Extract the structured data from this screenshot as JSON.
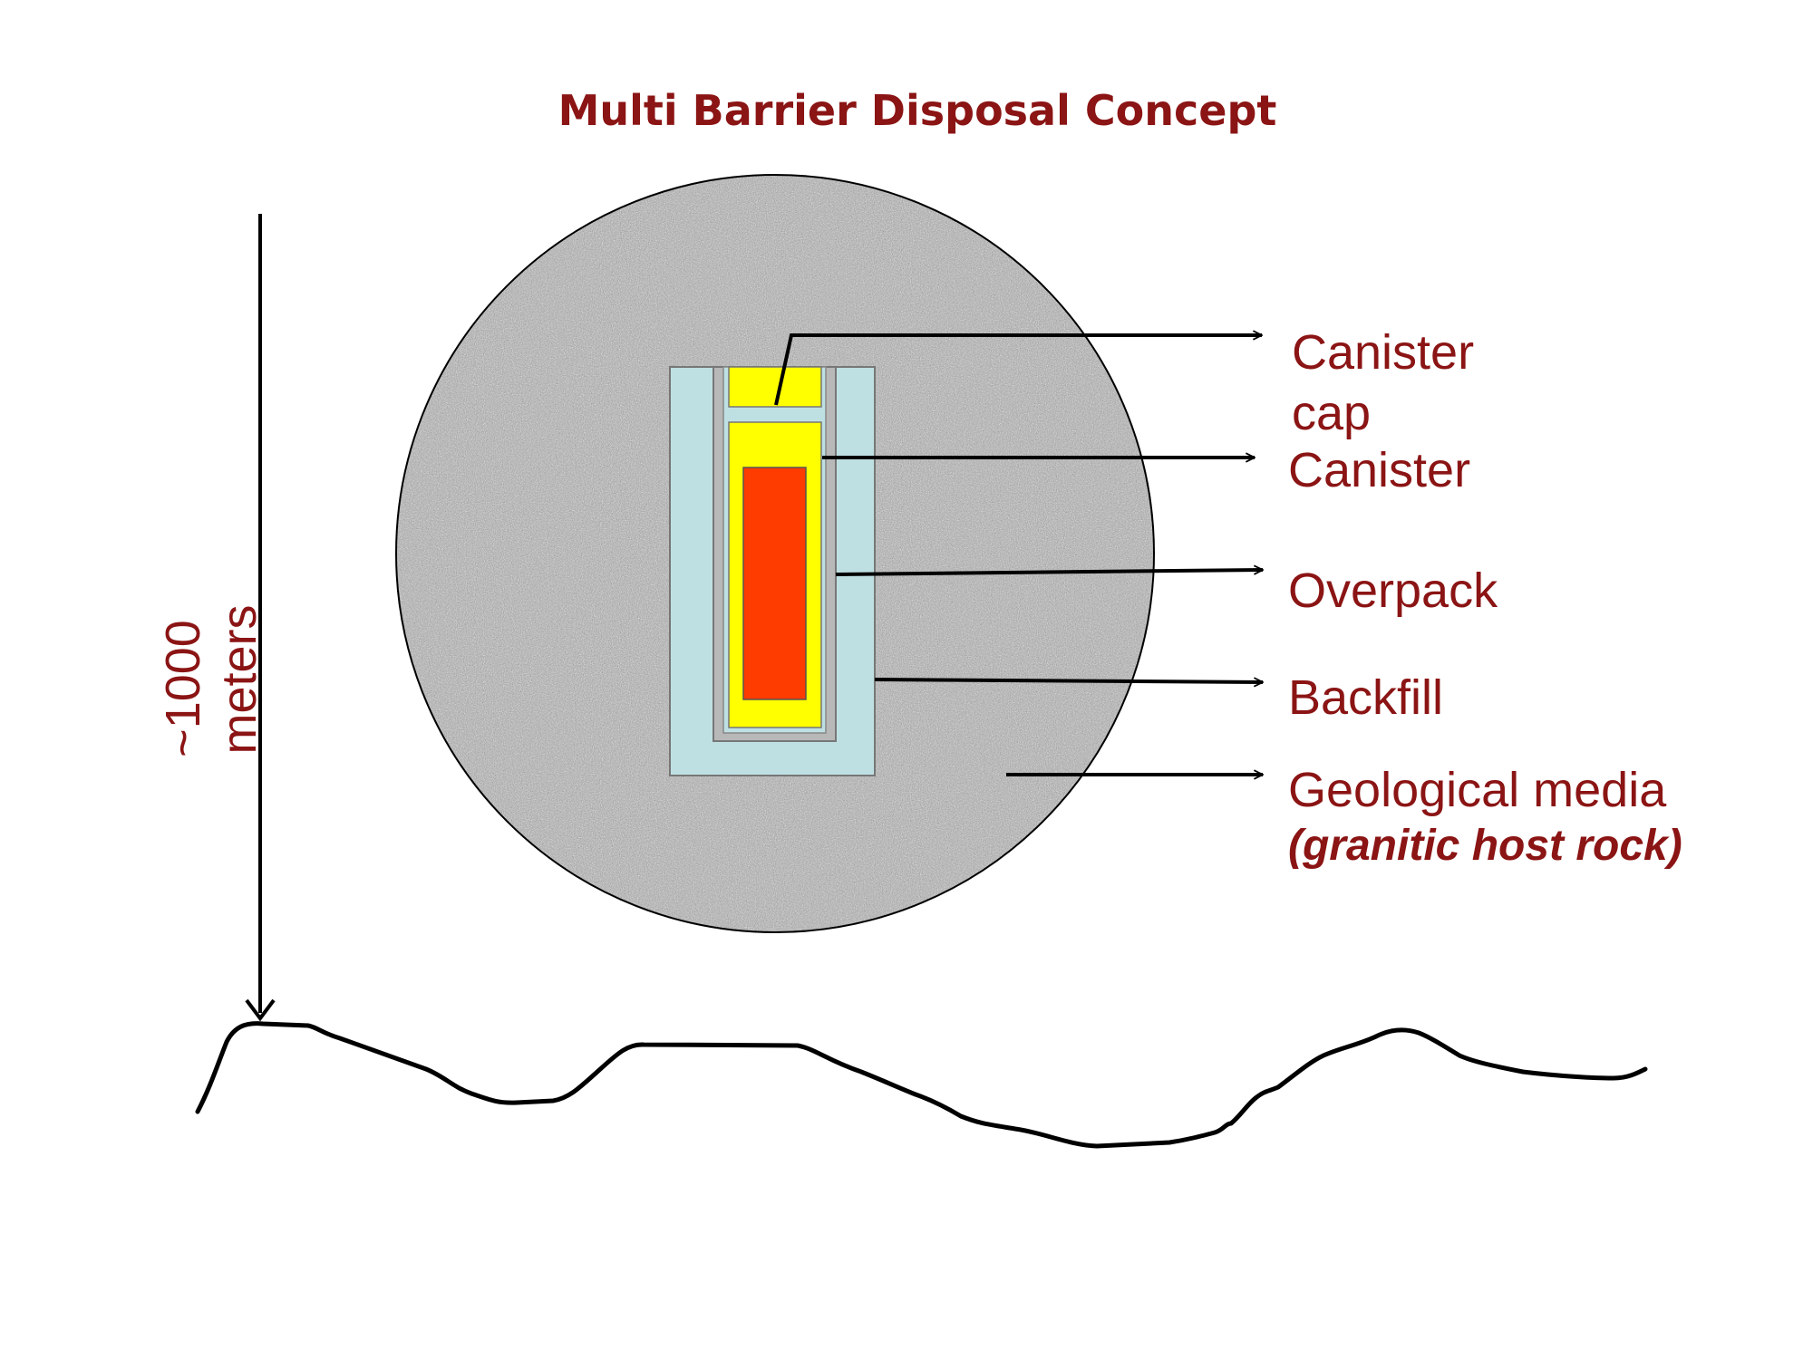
{
  "title": "Multi Barrier Disposal Concept",
  "depth": {
    "value_label": "~1000",
    "unit_label": "meters"
  },
  "labels": {
    "canister_cap_line1": "Canister",
    "canister_cap_line2": "cap",
    "canister": "Canister",
    "overpack": "Overpack",
    "backfill": "Backfill",
    "geological_media": "Geological media",
    "geological_media_sub": "(granitic host rock)"
  },
  "colors": {
    "text": "#8b1414",
    "waste_core": "#ff3c00",
    "canister": "#ffff00",
    "overpack": "#b8b8b8",
    "backfill": "#bfe0e3",
    "rock": "#a9a9a9",
    "lines": "#000000"
  }
}
